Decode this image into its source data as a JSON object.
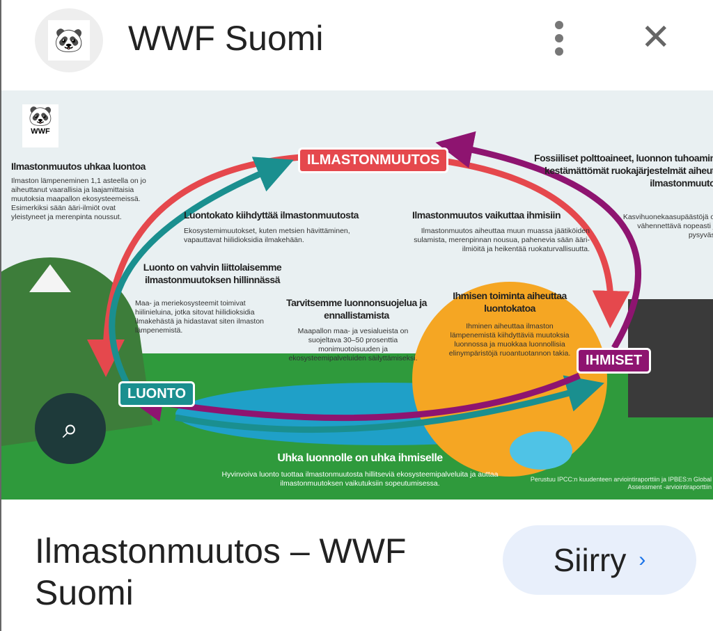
{
  "header": {
    "site_name": "WWF Suomi",
    "more_icon": "more-vert-icon",
    "close_icon": "close-icon"
  },
  "infographic": {
    "logo_text": "WWF",
    "labels": {
      "climate": "ILMASTONMUUTOS",
      "nature": "LUONTO",
      "humans": "IHMISET"
    },
    "colors": {
      "climate": "#e5484d",
      "nature": "#1a8f8f",
      "humans": "#8e1470",
      "sun": "#f5a623"
    },
    "blocks": [
      {
        "title": "Ilmastonmuutos uhkaa luontoa",
        "text": "Ilmaston lämpeneminen 1,1 asteella on jo aiheuttanut vaarallisia ja laajamittaisia muutoksia maapallon ekosysteemeissä. Esimerkiksi sään ääri-ilmiöt ovat yleistyneet ja merenpinta noussut."
      },
      {
        "title": "Luontokato kiihdyttää ilmastonmuutosta",
        "text": "Ekosystemimuutokset, kuten metsien hävittäminen, vapauttavat hiilidioksidia ilmakehään."
      },
      {
        "title": "Ilmastonmuutos vaikuttaa ihmisiin",
        "text": "Ilmastonmuutos aiheuttaa muun muassa jäätiköiden sulamista, merenpinnan nousua, pahenevia sään ääri-ilmiöitä ja heikentää ruokaturvallisuutta."
      },
      {
        "title": "Fossiiliset polttoaineet, luonnon tuhoaminen ja kestämättömät ruokajärjestelmät aiheuttavat ilmastonmuutoksen",
        "text": "Kasvihuonekaasupäästöjä on vähennettävä nopeasti ja pysyvästi"
      },
      {
        "title": "Luonto on vahvin liittolaisemme ilmastonmuutoksen hillinnässä",
        "text": "Maa- ja meriekosysteemit toimivat hiilinieluina, jotka sitovat hiilidioksidia ilmakehästä ja hidastavat siten ilmaston lämpenemistä."
      },
      {
        "title": "Tarvitsemme luonnonsuojelua ja ennallistamista",
        "text": "Maapallon maa- ja vesialueista on suojeltava 30–50 prosenttia monimuotoisuuden ja ekosysteemipalveluiden säilyttämiseksi."
      },
      {
        "title": "Ihmisen toiminta aiheuttaa luontokatoa",
        "text": "Ihminen aiheuttaa ilmaston lämpenemistä kiihdyttäviä muutoksia luonnossa ja muokkaa luonnollisia elinympäristöjä ruoantuotannon takia."
      },
      {
        "title": "Uhka luonnolle on uhka ihmiselle",
        "text": "Hyvinvoiva luonto tuottaa ilmastonmuutosta hillitseviä ekosysteemipalveluita ja auttaa ilmastonmuutoksen vaikutuksiin sopeutumisessa."
      }
    ],
    "source": "Perustuu IPCC:n kuudenteen arviointiraporttiin ja IPBES:n Global Assessment -arviointiraporttiin"
  },
  "lens_icon": "lens-search-icon",
  "result": {
    "title": "Ilmastonmuutos – WWF Suomi",
    "button": "Siirry",
    "button_icon": "chevron-right-icon"
  }
}
